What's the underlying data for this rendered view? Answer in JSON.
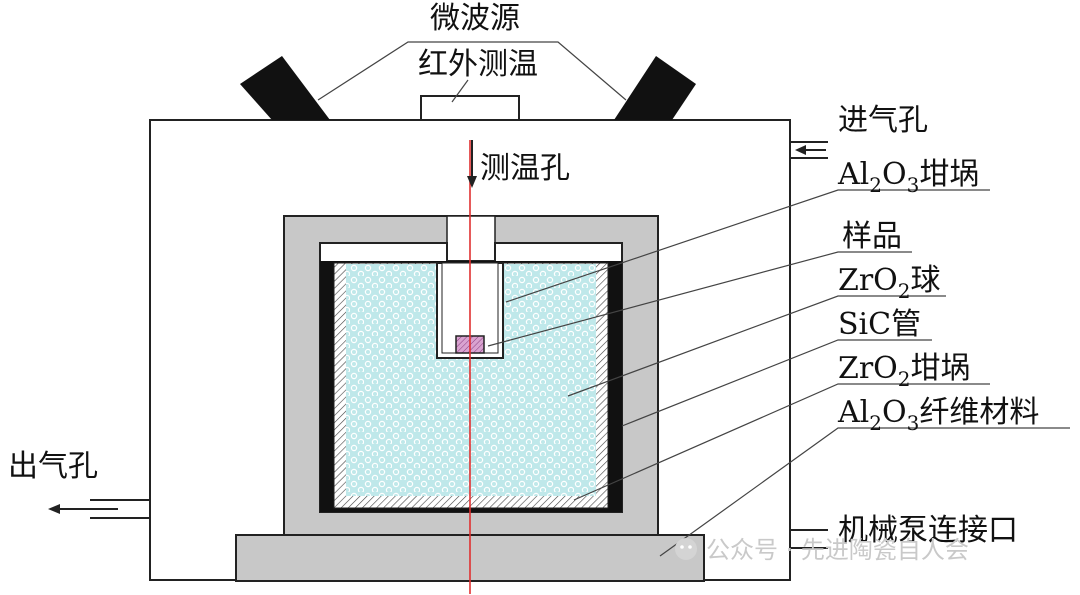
{
  "labels": {
    "microwave": "微波源",
    "infrared": "红外测温",
    "temp_hole": "测温孔",
    "inlet": "进气孔",
    "al2o3_crucible": {
      "a": "Al",
      "s1": "2",
      "b": "O",
      "s2": "3",
      "c": "坩埚"
    },
    "sample": "样品",
    "zro2_ball": {
      "a": "ZrO",
      "s1": "2",
      "c": "球"
    },
    "sic_tube": "SiC管",
    "zro2_crucible": {
      "a": "ZrO",
      "s1": "2",
      "c": "坩埚"
    },
    "al2o3_fiber": {
      "a": "Al",
      "s1": "2",
      "b": "O",
      "s2": "3",
      "c": "纤维材料"
    },
    "outlet": "出气孔",
    "pump": "机械泵连接口"
  },
  "watermark": "公众号 · 先进陶瓷自人会",
  "colors": {
    "insulation": "#c8c8c8",
    "balls": "#bfe8ea",
    "sample": "#d9a3d0",
    "axis": "#e03030"
  }
}
